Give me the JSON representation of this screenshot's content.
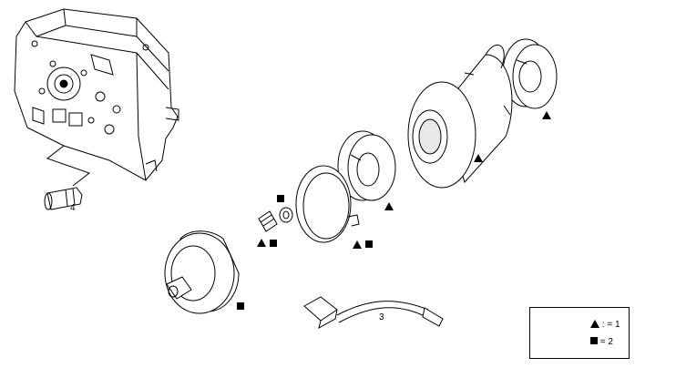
{
  "callouts": {
    "connector": "3",
    "fitting": "4"
  },
  "legend": {
    "triangle_text": ": = 1",
    "square_text": "= 2"
  },
  "symbols": {
    "triangle": "triangle-marker",
    "square": "square-marker"
  },
  "colors": {
    "line": "#000000",
    "shade": "#d9d9d9",
    "background": "#ffffff"
  }
}
